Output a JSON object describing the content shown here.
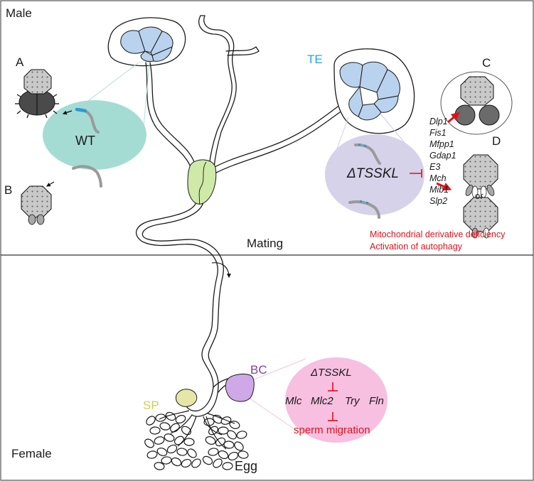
{
  "sections": {
    "male": "Male",
    "female": "Female",
    "mating": "Mating"
  },
  "panels": {
    "a": "A",
    "b": "B",
    "c": "C",
    "d": "D"
  },
  "testis": {
    "label": "TE"
  },
  "wt": {
    "label": "WT"
  },
  "mutant": {
    "label": "ΔTSSKL"
  },
  "genes": [
    "Dlp1",
    "Fis1",
    "Mfpp1",
    "Gdap1",
    "E3",
    "Mch",
    "Mib1",
    "Slp2"
  ],
  "panel_d_or": "or",
  "outcomes": [
    "Mitochondrial derivative deficiency",
    "Activation of autophagy"
  ],
  "female": {
    "bc": "BC",
    "sp": "SP",
    "egg": "Egg",
    "bubble": {
      "top": "ΔTSSKL",
      "genes": [
        "Mlc",
        "Mlc2",
        "Try",
        "Fln"
      ],
      "result": "sperm migration"
    }
  },
  "colors": {
    "testis_fill": "#b9d2ee",
    "wt_bubble": "#a4dcd4",
    "mutant_bubble": "#d6d2ea",
    "female_bubble": "#f7bfe0",
    "gland_green": "#cfe9a8",
    "bc_purple": "#cfa8e8",
    "sp_yellow": "#e6e6a8",
    "accent_red": "#e0101a",
    "te_blue": "#1da7e0",
    "bc_label": "#7b3fa8",
    "sp_label": "#cfcf4e",
    "sperm_gray": "#9a9a9a",
    "sperm_blue": "#2a9ad8"
  }
}
